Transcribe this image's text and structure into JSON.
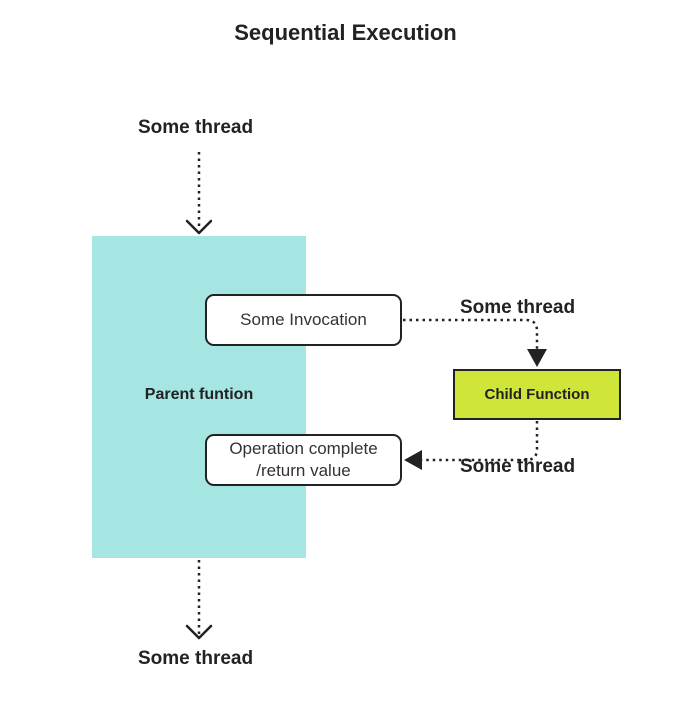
{
  "title": "Sequential Execution",
  "top_thread_label": "Some thread",
  "parent_label": "Parent funtion",
  "invocation_label": "Some Invocation",
  "return_label_line1": "Operation complete",
  "return_label_line2": "/return value",
  "child_label": "Child Function",
  "call_thread_label": "Some thread",
  "return_thread_label": "Some thread",
  "bottom_thread_label": "Some thread",
  "colors": {
    "parent_fill": "#a5e6e3",
    "child_fill": "#cfe53a",
    "stroke": "#222222"
  }
}
